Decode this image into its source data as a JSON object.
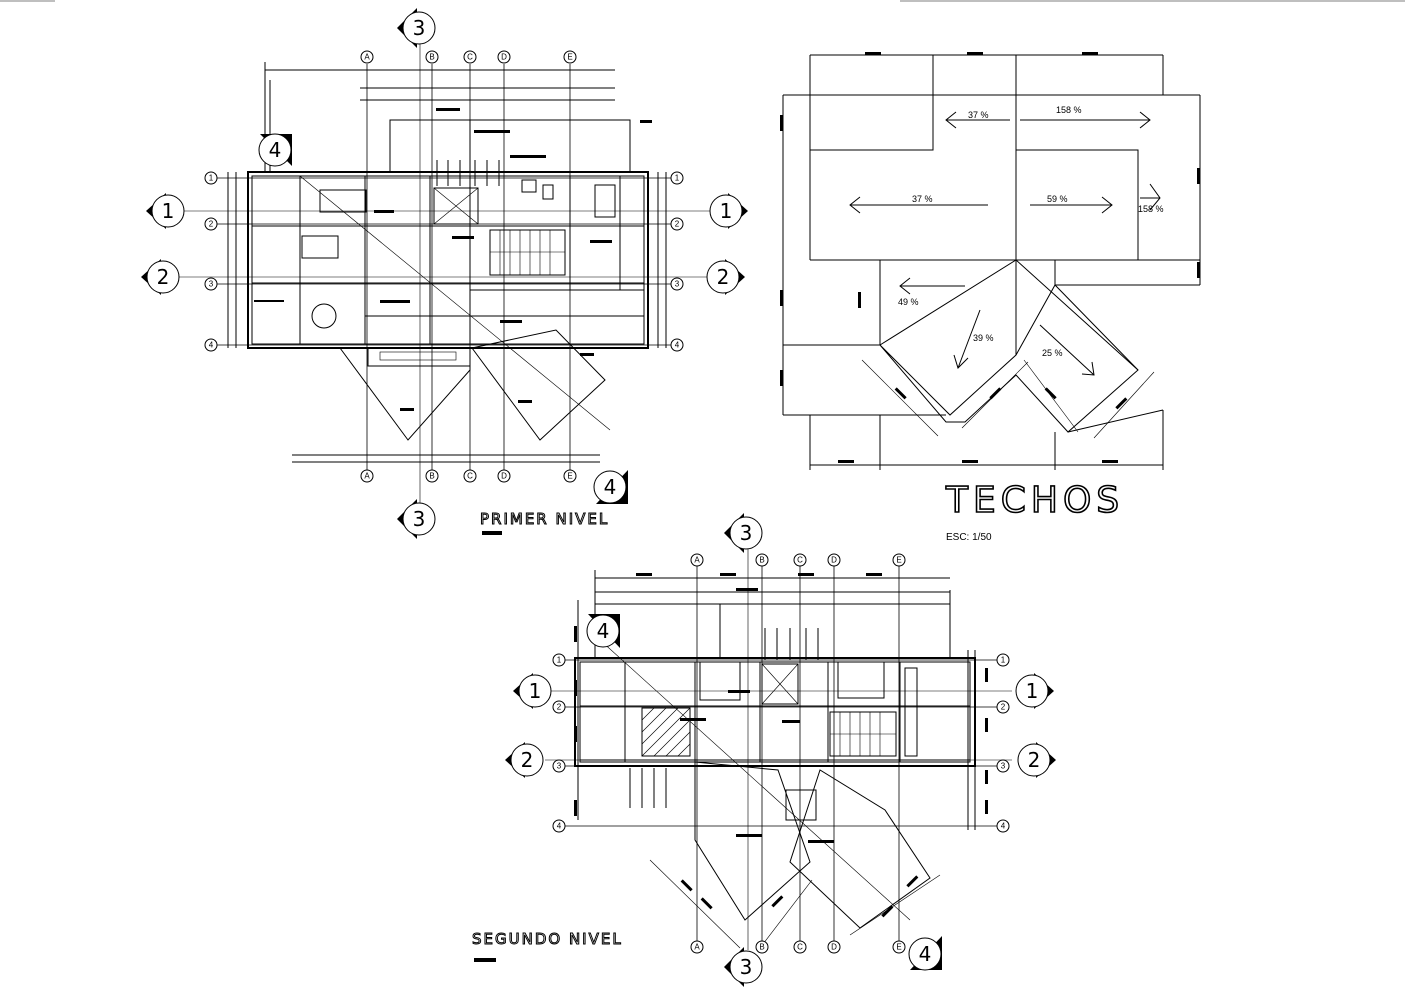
{
  "sheet": {
    "roof_title": "TECHOS",
    "roof_scale": "ESC:   1/50",
    "first_floor_title": "PRIMER NIVEL",
    "second_floor_title": "SEGUNDO NIVEL"
  },
  "axes": {
    "letters": [
      "A",
      "B",
      "C",
      "D",
      "E"
    ],
    "numbers": [
      "1",
      "2",
      "3",
      "4"
    ]
  },
  "sections": {
    "s1": "1",
    "s2": "2",
    "s3": "3",
    "s4": "4"
  },
  "roof_slopes": [
    "37 %",
    "158 %",
    "37 %",
    "59 %",
    "158 %",
    "49 %",
    "39 %",
    "25 %"
  ]
}
